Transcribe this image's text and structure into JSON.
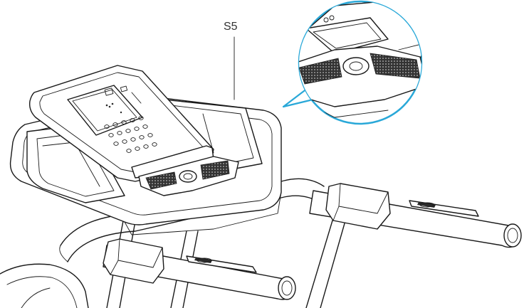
{
  "callout": {
    "label": "S5"
  },
  "colors": {
    "lines": "#1a1a1a",
    "detail_circle": "#29a8d8",
    "label_text": "#333333"
  },
  "icons": {
    "detail_view": "magnified-circle",
    "pointer": "leader-line"
  }
}
